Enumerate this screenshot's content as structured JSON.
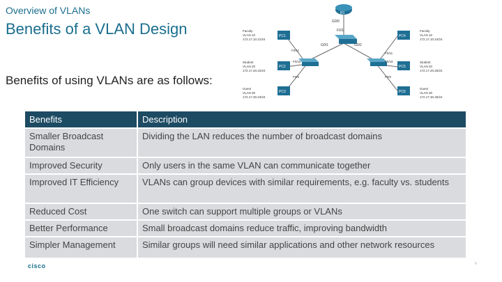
{
  "header": {
    "section": "Overview of VLANs",
    "title": "Benefits of a VLAN Design"
  },
  "intro": "Benefits of using VLANs are as follows:",
  "diagram": {
    "router": "R1",
    "router_port": "G0/0",
    "switch_top_port": "F0/1",
    "switch_left_port": "G0/1",
    "switch_right_port": "G0/2",
    "groups": [
      {
        "side": "left",
        "pc": "PC1",
        "text": [
          "Faculty",
          "VLAN 10",
          "172.17.10.21/24"
        ],
        "port": "F0/11"
      },
      {
        "side": "left",
        "pc": "PC2",
        "text": [
          "Student",
          "VLAN 20",
          "172.17.20.22/24"
        ],
        "port": "F0/18"
      },
      {
        "side": "left",
        "pc": "PC3",
        "text": [
          "Guest",
          "VLAN 30",
          "172.17.30.23/24"
        ],
        "port": "F0/6"
      },
      {
        "side": "right",
        "pc": "PC4",
        "text": [
          "Faculty",
          "VLAN 10",
          "172.17.10.24/24"
        ],
        "port": "F0/11"
      },
      {
        "side": "right",
        "pc": "PC5",
        "text": [
          "Student",
          "VLAN 20",
          "172.17.20.25/24"
        ],
        "port": "F0/18"
      },
      {
        "side": "right",
        "pc": "PC6",
        "text": [
          "Guest",
          "VLAN 30",
          "172.17.30.26/24"
        ],
        "port": "F0/6"
      }
    ]
  },
  "table": {
    "headers": [
      "Benefits",
      "Description"
    ],
    "rows": [
      [
        "Smaller Broadcast Domains",
        "Dividing the LAN reduces the number of broadcast domains"
      ],
      [
        "Improved Security",
        "Only users in the same VLAN can communicate together"
      ],
      [
        "Improved IT Efficiency",
        "VLANs can group devices with similar requirements, e.g. faculty vs. students"
      ],
      [
        "Reduced Cost",
        "One switch can support multiple groups or VLANs"
      ],
      [
        "Better Performance",
        "Small broadcast domains reduce traffic, improving bandwidth"
      ],
      [
        "Simpler Management",
        "Similar groups will need similar applications and other network resources"
      ]
    ]
  },
  "footer": {
    "logo": "cisco",
    "page": "6"
  }
}
